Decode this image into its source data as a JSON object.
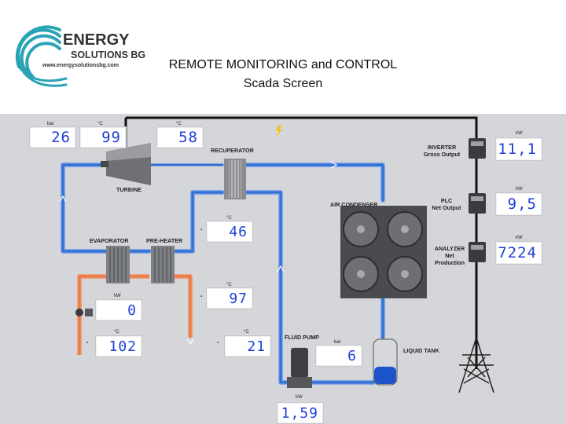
{
  "brand": {
    "name_line1": "ENERGY",
    "name_line2": "SOLUTIONS BG",
    "website": "www.energysolutionsbg.com"
  },
  "title": {
    "line1": "REMOTE MONITORING and CONTROL",
    "line2": "Scada Screen"
  },
  "components": {
    "turbine": "TURBINE",
    "recuperator": "RECUPERATOR",
    "evaporator": "EVAPORATOR",
    "preheater": "PRE-HEATER",
    "air_condenser": "AIR CONDENSER",
    "fluid_pump": "FLUID PUMP",
    "liquid_tank": "LIQUID TANK",
    "inverter": "INVERTER\nGross Output",
    "plc": "PLC\nNet Output",
    "analyzer": "ANALYZER\nNet\nProduction"
  },
  "readings": {
    "turbine_pressure": {
      "value": "26",
      "unit": "bar"
    },
    "turbine_inlet_temp": {
      "value": "99",
      "unit": "°C"
    },
    "turbine_outlet_temp": {
      "value": "58",
      "unit": "°C"
    },
    "recuperator_temp": {
      "value": "46",
      "unit": "°C"
    },
    "preheater_temp": {
      "value": "97",
      "unit": "°C"
    },
    "evaporator_power": {
      "value": "0",
      "unit": "kW"
    },
    "hot_water_temp": {
      "value": "102",
      "unit": "°C"
    },
    "pump_inlet_temp": {
      "value": "21",
      "unit": "°C"
    },
    "pump_pressure": {
      "value": "6",
      "unit": "bar"
    },
    "pump_power": {
      "value": "1,59",
      "unit": "kW"
    },
    "inverter_output": {
      "value": "11,1",
      "unit": "kW"
    },
    "plc_output": {
      "value": "9,5",
      "unit": "kW"
    },
    "analyzer_production": {
      "value": "7224",
      "unit": "kW"
    }
  },
  "colors": {
    "panel": "#d5d6d9",
    "pipe_blue": "#2f6fd6",
    "pipe_orange": "#e87a45",
    "line_black": "#111111",
    "digit_blue": "#1f3fd8",
    "logo_teal": "#2aa3b3"
  }
}
